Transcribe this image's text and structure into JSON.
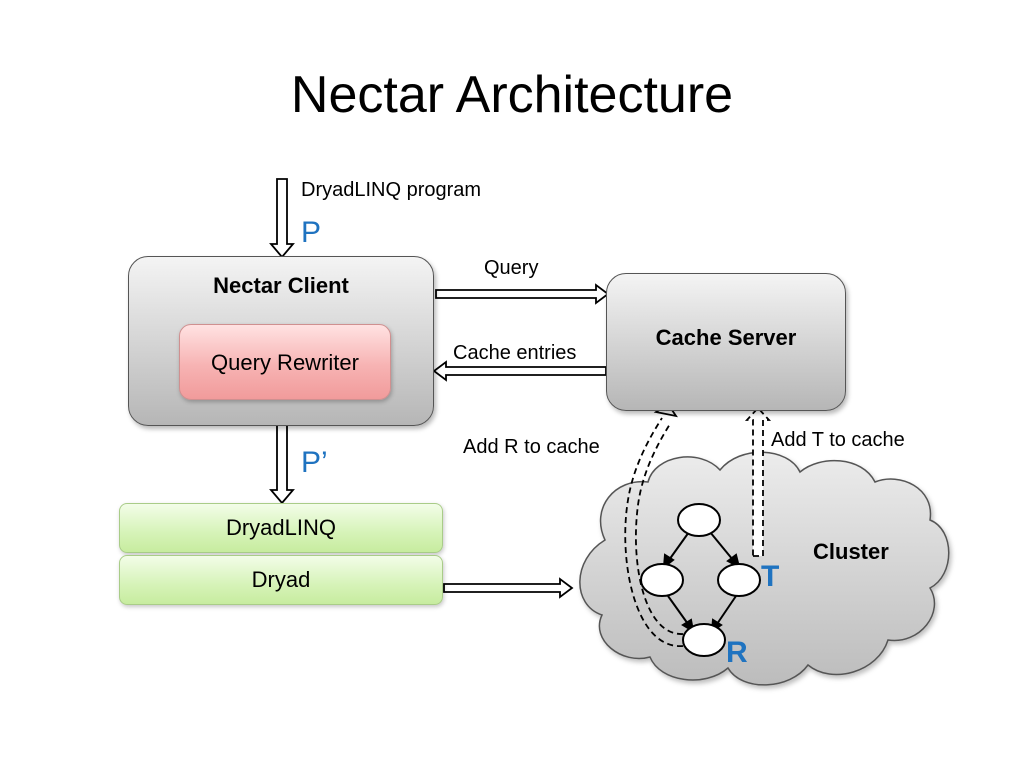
{
  "title": "Nectar Architecture",
  "nectar_client": {
    "label": "Nectar Client",
    "rewriter_label": "Query Rewriter"
  },
  "cache_server": {
    "label": "Cache Server"
  },
  "stack": {
    "dryadlinq_label": "DryadLINQ",
    "dryad_label": "Dryad"
  },
  "cluster": {
    "label": "Cluster"
  },
  "arrows": {
    "input_label": "DryadLINQ program",
    "p_label": "P",
    "p_prime_label": "P’",
    "query_label": "Query",
    "cache_entries_label": "Cache entries",
    "add_r_label": "Add R to cache",
    "add_t_label": "Add T to cache"
  },
  "nodes": {
    "t_label": "T",
    "r_label": "R"
  },
  "colors": {
    "blue": "#1f73c0",
    "box_gray": "#c8c8c8",
    "rewriter_red": "#f7b3b3",
    "stack_green": "#d6f3b8",
    "cloud_gray": "#d0d0d0"
  }
}
